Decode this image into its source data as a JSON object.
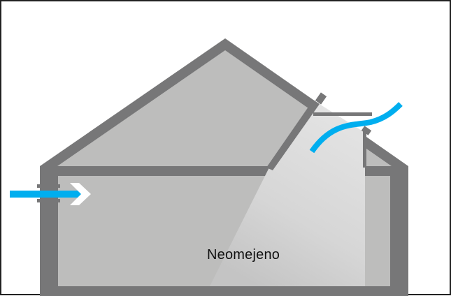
{
  "diagram": {
    "room_label": "Neomejeno",
    "colors": {
      "wall": "#777778",
      "interior": "#bdbdbc",
      "light": "#e2e2e2",
      "airflow": "#00aeef",
      "frame": "#222222"
    },
    "icons": [
      "air-inlet-arrow",
      "air-outlet-curve",
      "skylight-tube"
    ]
  }
}
